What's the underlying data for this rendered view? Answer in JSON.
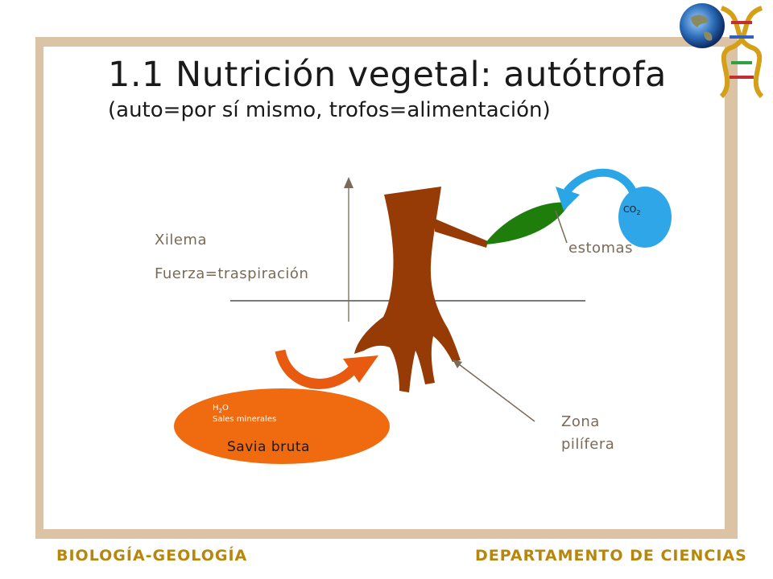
{
  "title": "1.1 Nutrición vegetal: autótrofa",
  "subtitle": "(auto=por sí mismo, trofos=alimentación)",
  "labels": {
    "xilema": "Xilema",
    "fuerza": "Fuerza=traspiración",
    "estomas": "estomas",
    "co2": "CO",
    "co2_sub": "2",
    "zona_line1": "Zona",
    "zona_line2": "pilífera",
    "h2o": "H",
    "h2o_sub": "2",
    "h2o_tail": "O",
    "sales": "Sales minerales",
    "savia": "Savia bruta"
  },
  "footer": {
    "left": "BIOLOGÍA-GEOLOGÍA",
    "right": "DEPARTAMENTO DE CIENCIAS"
  },
  "colors": {
    "trunk": "#963a06",
    "leaf": "#1f7d0c",
    "bubble": "#2fa6e8",
    "savia": "#f06a10",
    "arrow_orange": "#e85a10",
    "arrow_blue": "#2aa5e6",
    "footer": "#b8860b",
    "frame": "#dcc3a5"
  },
  "icons": {
    "logo": "globe-dna-icon"
  }
}
